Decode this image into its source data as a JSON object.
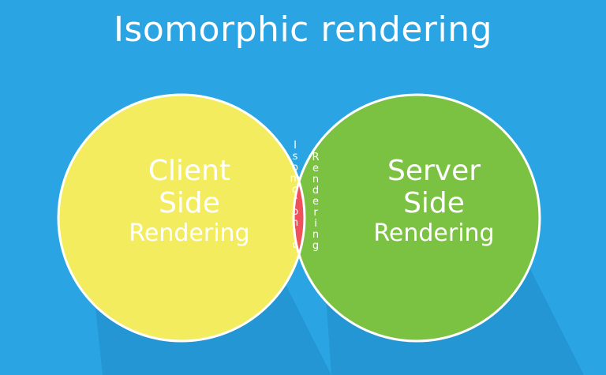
{
  "title": "Isomorphic rendering",
  "colors": {
    "background": "#2aa4e2",
    "client_circle": "#f3ec5f",
    "server_circle": "#7bc142",
    "overlap": "#f0505a",
    "outline": "#ffffff",
    "shadow": "#1b7fb8"
  },
  "left_set": {
    "line1": "Client",
    "line2": "Side",
    "line3": "Rendering"
  },
  "right_set": {
    "line1": "Server",
    "line2": "Side",
    "line3": "Rendering"
  },
  "overlap": {
    "word1": "Isomorphic",
    "word2": "Rendering"
  }
}
